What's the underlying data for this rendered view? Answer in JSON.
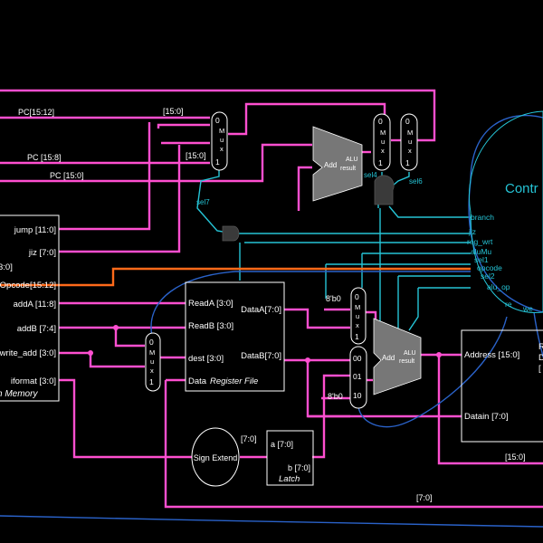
{
  "instruction_memory": {
    "ports": [
      "jump [11:0]",
      "jiz [7:0]",
      "Opcode[15:12]",
      "addA [11:8]",
      "addB [7:4]",
      "write_add [3:0]",
      "iformat [3:0]"
    ],
    "left_clip": "3:0]",
    "title": "n Memory"
  },
  "register_file": {
    "inputs": [
      "ReadA [3:0]",
      "ReadB [3:0]",
      "dest [3:0]",
      "Data"
    ],
    "outputs": [
      "DataA[7:0]",
      "DataB[7:0]"
    ],
    "title": "Register File"
  },
  "pc_labels": [
    "PC[15:12]",
    "PC [15:8]",
    "PC [15:0]"
  ],
  "top_mux": {
    "in0": "0",
    "name": "M\nu\nx",
    "in1": "1",
    "bus_top": "[15:0]",
    "bus_bottom": "[15:0]"
  },
  "adder_top": {
    "left": "Add",
    "right": "ALU\nresult"
  },
  "sel_labels": {
    "sel7": "sel7",
    "sel4": "sel4",
    "sel6": "sel6"
  },
  "control": {
    "title": "Contr",
    "signals": [
      "branch",
      "jiz",
      "reg_wrt",
      "aluMu",
      "sel1",
      "opcode",
      "sel2",
      "alu_op",
      "re",
      "we"
    ]
  },
  "dest_mux": {
    "in0": "0",
    "name": "M\nu\nx",
    "in1": "1"
  },
  "alu_a_mux": {
    "in0": "0",
    "name": "M\nu\nx",
    "in1": "1",
    "const": "8'b0"
  },
  "alu_b_mux": {
    "in0": "00",
    "in1": "01",
    "in2": "10",
    "const": "8'b0"
  },
  "alu_main": {
    "left": "Add",
    "right": "ALU\nresult"
  },
  "data_memory": {
    "address": "Address [15:0]",
    "datain": "Datain [7:0]",
    "clip1": "R",
    "clip2": "D",
    "clip3": "["
  },
  "sign_extend": {
    "label": "Sign Extend",
    "bus": "[7:0]"
  },
  "latch": {
    "a": "a [7:0]",
    "b": "b [7:0]",
    "title": "Latch"
  },
  "bus_labels": {
    "b15": "[15:0]",
    "b7": "[7:0]"
  },
  "colors": {
    "wire_pink": "#ff4fd0",
    "wire_cyan": "#25c4d6",
    "wire_orange": "#ff6a1a",
    "wire_blue": "#2a62c9",
    "component_fill": "#777777"
  }
}
